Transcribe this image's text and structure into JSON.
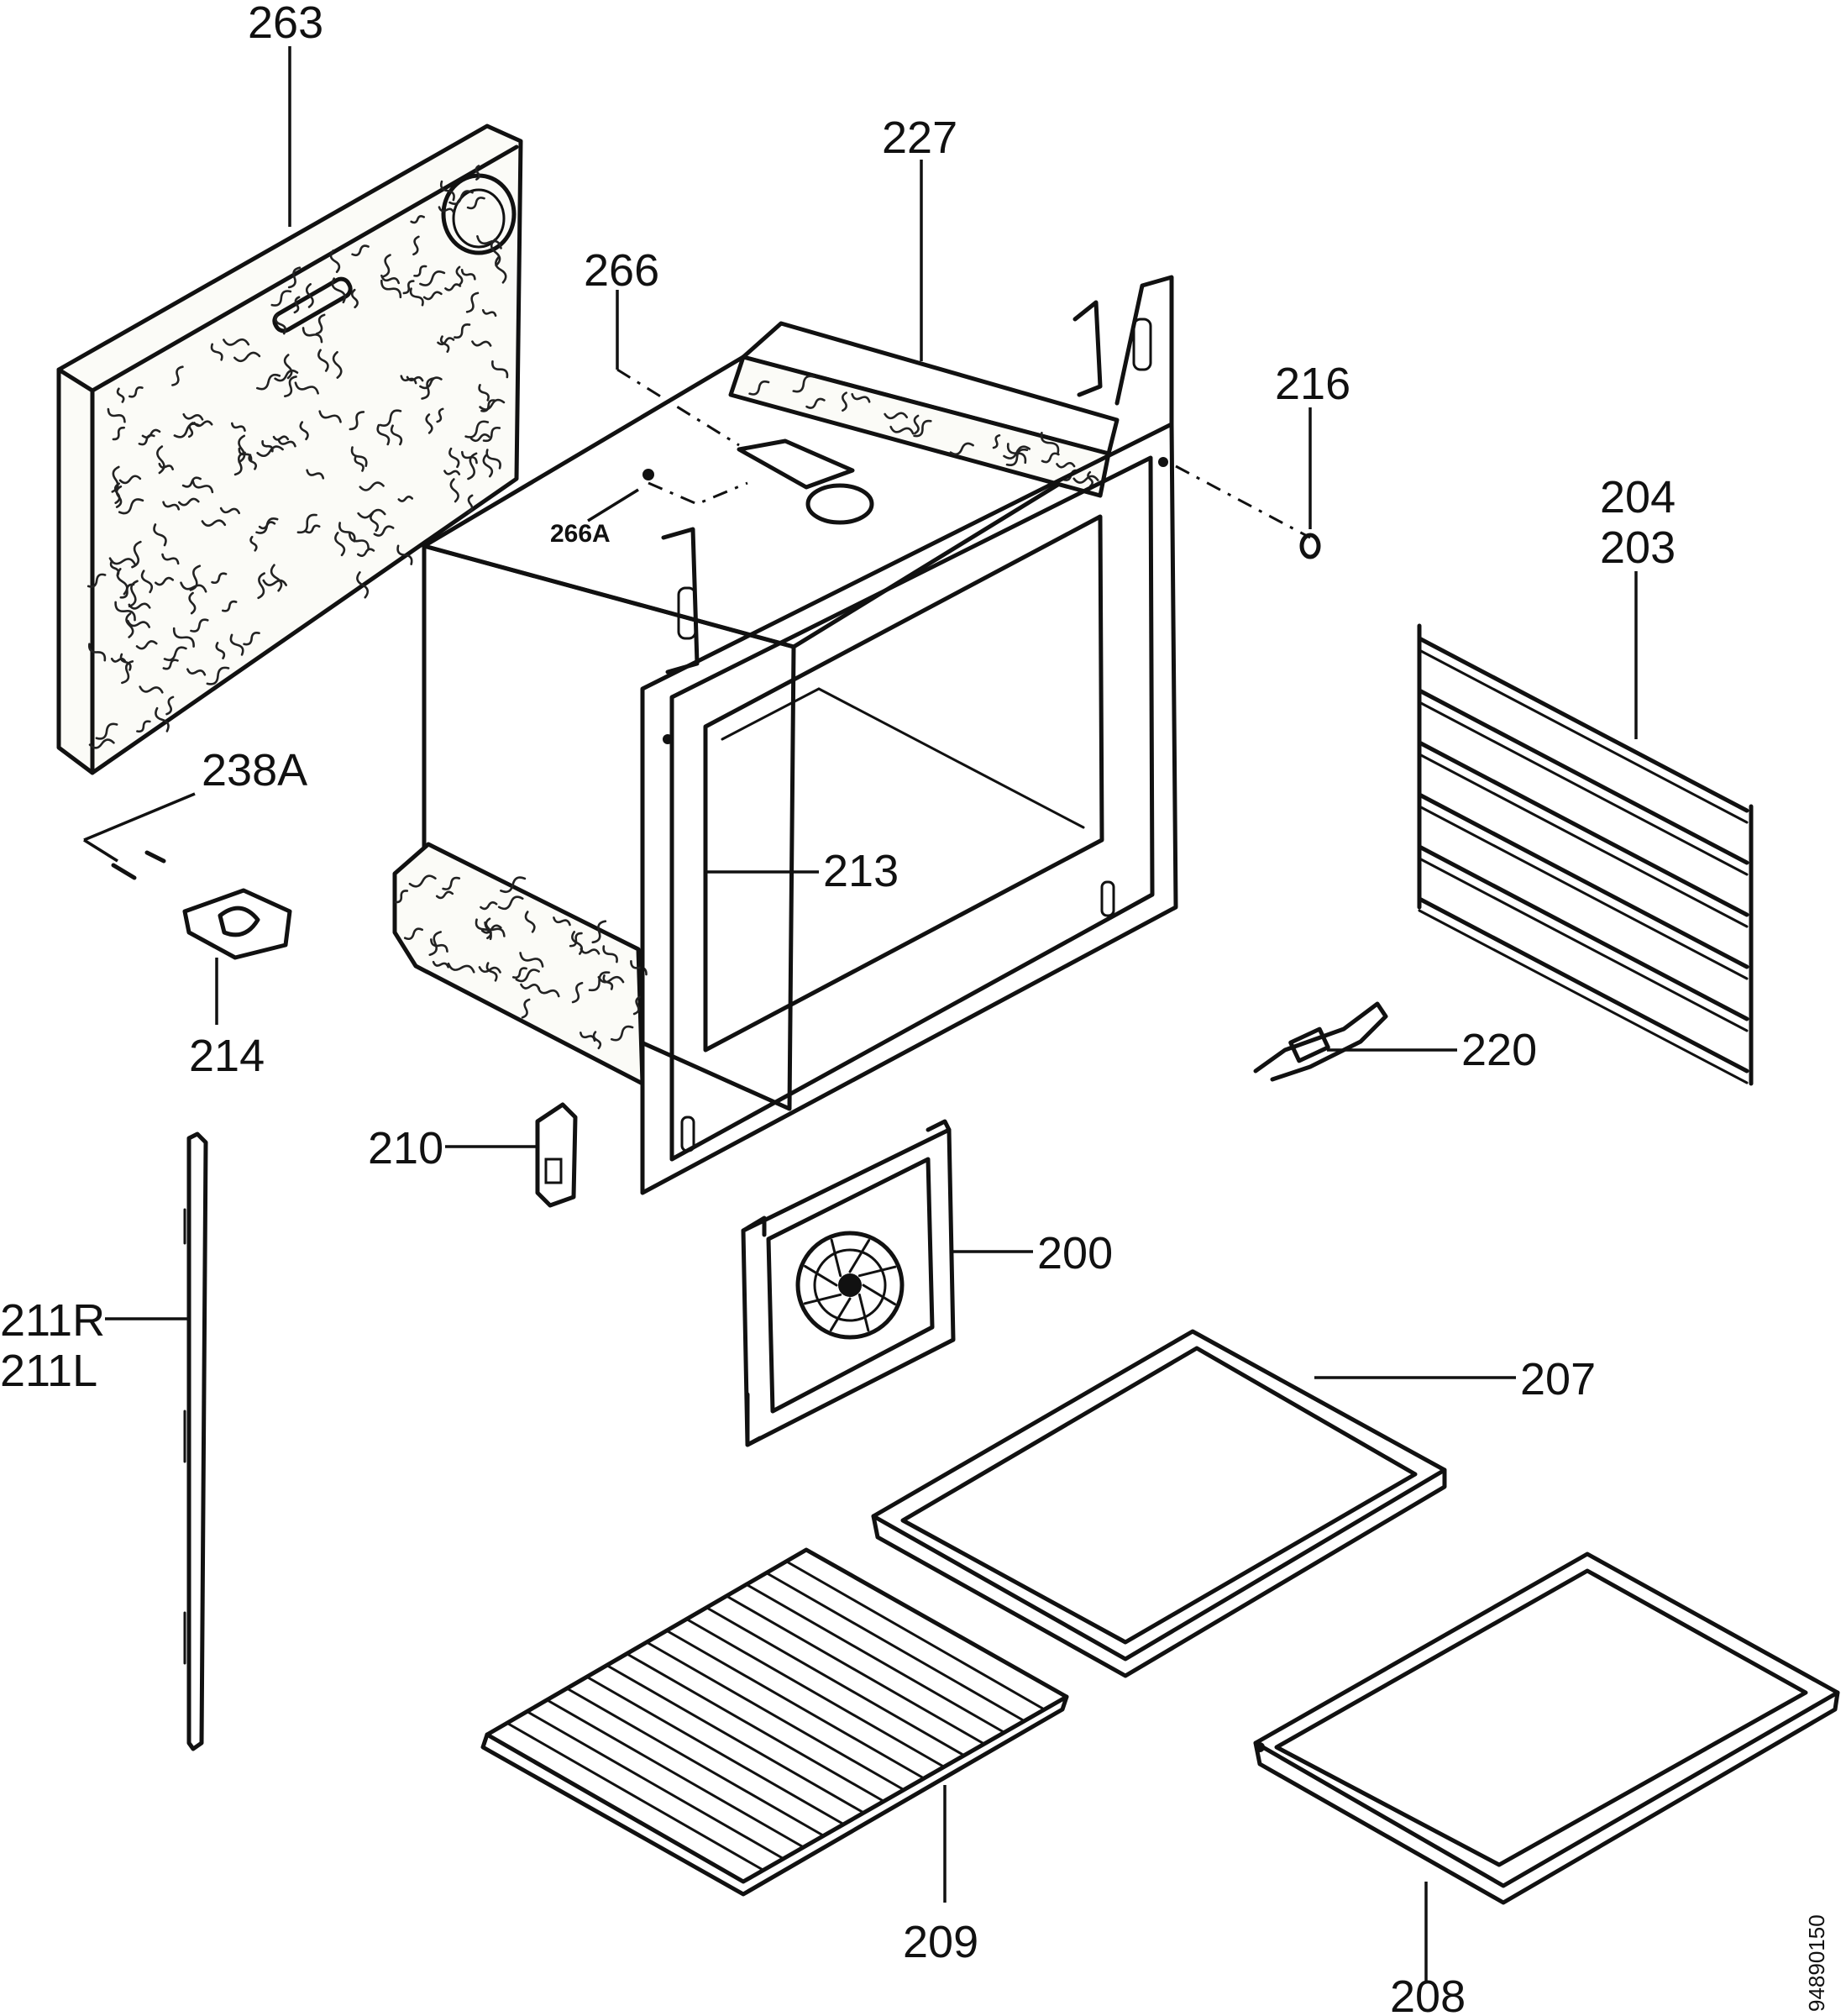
{
  "diagram": {
    "labels": {
      "p263": "263",
      "p227": "227",
      "p266": "266",
      "p266A": "266A",
      "p216": "216",
      "p204": "204",
      "p203": "203",
      "p238A": "238A",
      "p213": "213",
      "p214": "214",
      "p220": "220",
      "p210": "210",
      "p200": "200",
      "p211R": "211R",
      "p211L": "211L",
      "p207": "207",
      "p209": "209",
      "p208": "208"
    },
    "drawing_number": "94890150"
  }
}
